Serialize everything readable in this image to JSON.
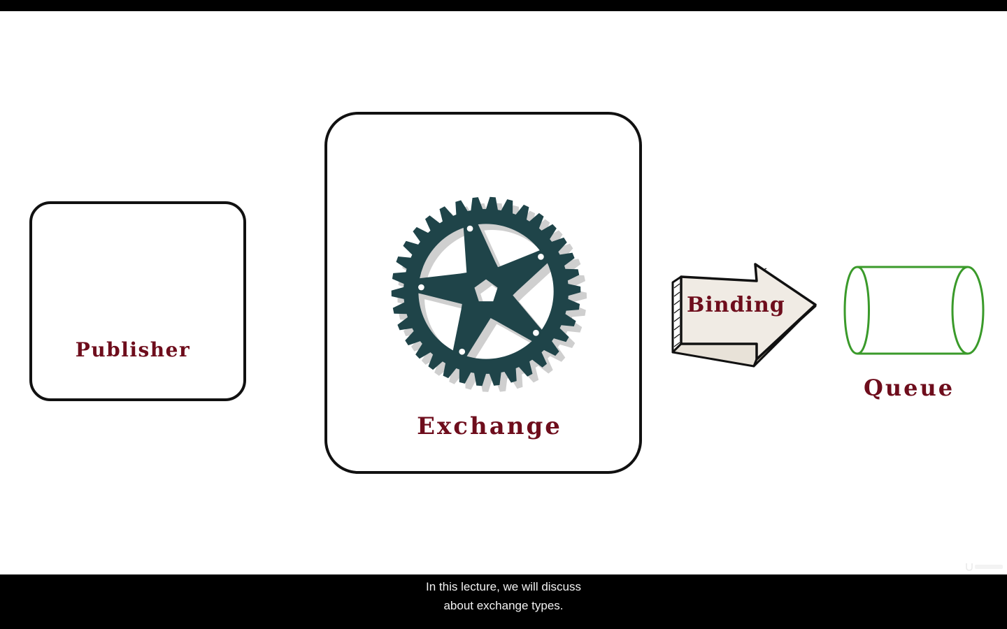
{
  "diagram": {
    "publisher": {
      "label": "Publisher"
    },
    "exchange": {
      "label": "Exchange",
      "icon": "gear-icon"
    },
    "binding": {
      "label": "Binding",
      "icon": "arrow-right-icon"
    },
    "queue": {
      "label": "Queue",
      "icon": "cylinder-icon",
      "color": "#3a9a2a"
    },
    "label_color": "#6e0d1c",
    "gear_color": "#1f4449"
  },
  "subtitle": {
    "lines": [
      "In this lecture, we will discuss",
      "about exchange types."
    ]
  },
  "watermark": {
    "icon": "udemy-logo-icon"
  }
}
